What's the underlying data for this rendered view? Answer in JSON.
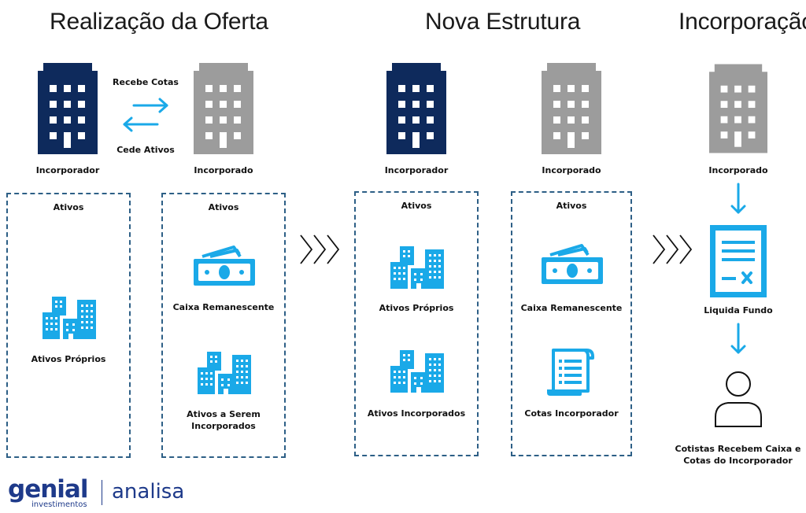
{
  "sections": {
    "offer_title": "Realização da Oferta",
    "new_structure_title": "Nova Estrutura",
    "incorporation_title": "Incorporação"
  },
  "offer": {
    "receives_label": "Recebe Cotas",
    "cedes_label": "Cede Ativos",
    "incorporador_label": "Incorporador",
    "incorporado_label": "Incorporado",
    "box1": {
      "title": "Ativos",
      "item1": "Ativos Próprios"
    },
    "box2": {
      "title": "Ativos",
      "item1": "Caixa Remanescente",
      "item2_line1": "Ativos a Serem",
      "item2_line2": "Incorporados"
    }
  },
  "new_structure": {
    "incorporador_label": "Incorporador",
    "incorporado_label": "Incorporado",
    "box1": {
      "title": "Ativos",
      "item1": "Ativos Próprios",
      "item2": "Ativos Incorporados"
    },
    "box2": {
      "title": "Ativos",
      "item1": "Caixa Remanescente",
      "item2": "Cotas Incorporador"
    }
  },
  "incorporation": {
    "incorporado_label": "Incorporado",
    "liquidates_label": "Liquida Fundo",
    "holders_line1": "Cotistas Recebem Caixa e",
    "holders_line2": "Cotas do Incorporador"
  },
  "logo": {
    "brand": "genial",
    "brand_sub": "investimentos",
    "product": "analisa"
  },
  "colors": {
    "dark_building": "#0e2a5c",
    "gray_building": "#9c9c9c",
    "accent_blue": "#1aa9e8",
    "box_border": "#2d5f86",
    "logo_blue": "#1e3a8a"
  }
}
